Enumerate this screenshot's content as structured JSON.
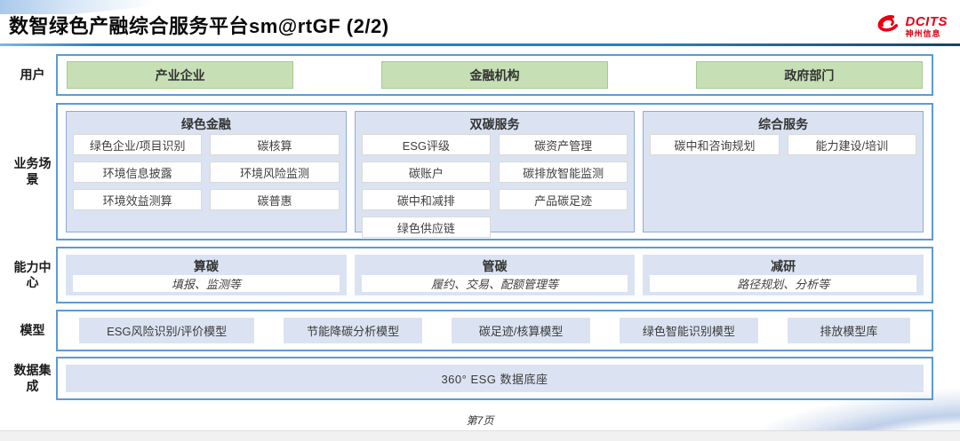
{
  "header": {
    "title": "数智绿色产融综合服务平台sm@rtGF (2/2)",
    "logo": {
      "brand": "DCITS",
      "sub": "神州信息"
    }
  },
  "rows": {
    "users": {
      "label": "用户",
      "items": [
        "产业企业",
        "金融机构",
        "政府部门"
      ]
    },
    "scenarios": {
      "label": "业务场景",
      "columns": [
        {
          "title": "绿色金融",
          "items": [
            "绿色企业/项目识别",
            "碳核算",
            "环境信息披露",
            "环境风险监测",
            "环境效益测算",
            "碳普惠"
          ]
        },
        {
          "title": "双碳服务",
          "items": [
            "ESG评级",
            "碳资产管理",
            "碳账户",
            "碳排放智能监测",
            "碳中和减排",
            "产品碳足迹",
            "绿色供应链"
          ]
        },
        {
          "title": "综合服务",
          "items": [
            "碳中和咨询规划",
            "能力建设/培训"
          ]
        }
      ]
    },
    "capabilities": {
      "label": "能力中心",
      "items": [
        {
          "title": "算碳",
          "desc": "填报、监测等"
        },
        {
          "title": "管碳",
          "desc": "履约、交易、配额管理等"
        },
        {
          "title": "减研",
          "desc": "路径规划、分析等"
        }
      ]
    },
    "models": {
      "label": "模型",
      "items": [
        "ESG风险识别/评价模型",
        "节能降碳分析模型",
        "碳足迹/核算模型",
        "绿色智能识别模型",
        "排放模型库"
      ]
    },
    "data_integration": {
      "label": "数据集成",
      "items": [
        "360° ESG 数据底座"
      ]
    }
  },
  "footer": {
    "page": "第7页"
  },
  "colors": {
    "accent_blue_border": "#5b9bd5",
    "light_blue_fill": "#dbe3f2",
    "green_fill": "#c6dfb4",
    "brand_red": "#e60012",
    "divider_blue": "#2a7fc1"
  }
}
